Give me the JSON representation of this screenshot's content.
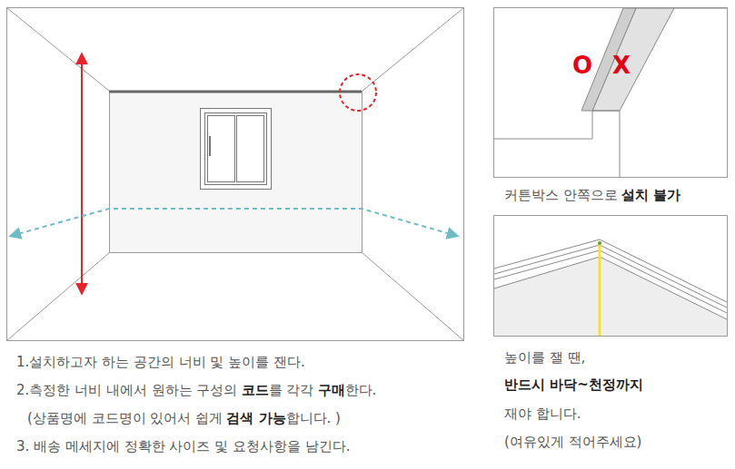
{
  "diagram": {
    "labels": [
      "O",
      "X",
      "커튼박스 안쪽으로",
      "설치 불가",
      "높이를 잴 땐,",
      "반드시 바닥~천정까지",
      "재야 합니다.",
      "(여유있게 적어주세요)",
      "1.설치하고자 하는 공간의 너비 및 높이를 잰다.",
      "2.측정한 너비 내에서 원하는 구성의",
      "코드",
      "를 각각",
      "구매",
      "한다.",
      "(상품명에 코드명이 있어서 쉽게",
      "검색 가능",
      "합니다. )",
      "3. 배송 메세지에 정확한 사이즈 및 요청사항을 남긴다."
    ]
  }
}
